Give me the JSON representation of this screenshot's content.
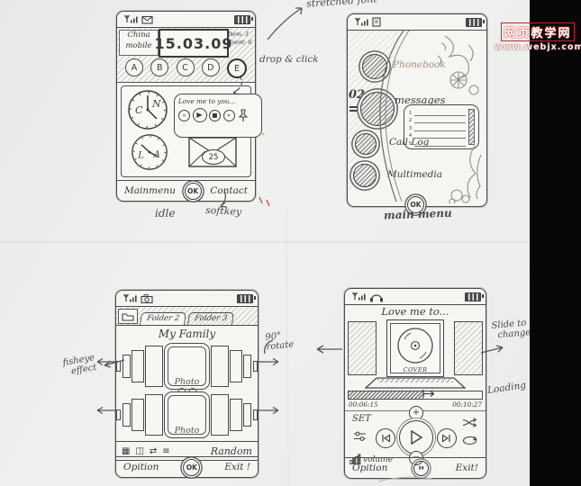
{
  "watermark": {
    "line1": "网页教学网",
    "line2": "www.webjx.com"
  },
  "annotations": {
    "stretched_font": "stretched font",
    "drop_click": "drop & click",
    "idle": "idle",
    "softkey": "softkey",
    "main_menu": "main menu",
    "fisheye_line1": "fisheye",
    "fisheye_line2": "effect",
    "rotate_line1": "90°",
    "rotate_line2": "rotate",
    "slide_line1": "Slide to",
    "slide_line2": "change",
    "loading": "Loading"
  },
  "icons": {
    "rewind": "«",
    "play_small": "▶",
    "stop": "■",
    "forward": "»",
    "plus": "+",
    "minus": "−",
    "grid": "▦",
    "filmstrip": "◫",
    "rotate": "⇄",
    "list": "≡",
    "pause": "▮▮"
  },
  "screen_idle": {
    "carrier_line1": "China",
    "carrier_line2": "mobile",
    "date": "15.03.09",
    "item_count": "Item: 3",
    "event_count": "Event: 6",
    "letters": [
      "A",
      "B",
      "C",
      "D",
      "E"
    ],
    "clock1_left": "C",
    "clock1_right": "N",
    "clock2_left": "L",
    "clock2_right": "A",
    "music_title": "Love me to you...",
    "mail_badge": "25",
    "softkey_left": "Mainmenu",
    "softkey_center": "OK",
    "softkey_right": "Contact"
  },
  "screen_menu": {
    "badge": "02",
    "items": [
      {
        "label": "Phonebook"
      },
      {
        "label": "messages"
      },
      {
        "label": "Call Log"
      },
      {
        "label": "Multimedia"
      }
    ],
    "list_numbers": [
      "1",
      "2",
      "3",
      "4",
      "5"
    ],
    "ok": "OK"
  },
  "screen_gallery": {
    "tab_folder2": "Folder 2",
    "tab_folder3": "Folder 3",
    "title": "My Family",
    "photo_label": "Photo",
    "random_label": "Random",
    "softkey_left": "Opition",
    "softkey_center": "OK",
    "softkey_right": "Exit !"
  },
  "screen_player": {
    "title": "Love me to...",
    "cover_label": "COVER",
    "time_elapsed": "00:06:15",
    "time_total": "00:10:27",
    "set_label": "SET",
    "volume_label": "volume",
    "softkey_left": "Opition",
    "softkey_right": "Exit!"
  }
}
